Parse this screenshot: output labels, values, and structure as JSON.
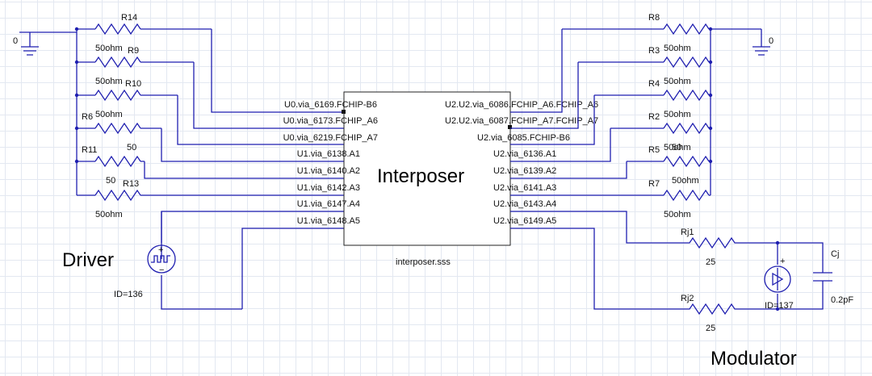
{
  "block": {
    "title": "Interposer",
    "file": "interposer.sss",
    "left_pins": [
      "U0.via_6169.FCHIP-B6",
      "U0.via_6173.FCHIP_A6",
      "U0.via_6219.FCHIP_A7",
      "U1.via_6138.A1",
      "U1.via_6140.A2",
      "U1.via_6142.A3",
      "U1.via_6147.A4",
      "U1.via_6148.A5"
    ],
    "right_pins": [
      "U2.U2.via_6086.FCHIP_A6.FCHIP_A6",
      "U2.U2.via_6087.FCHIP_A7.FCHIP_A7",
      "U2.via_6085.FCHIP-B6",
      "U2.via_6136.A1",
      "U2.via_6139.A2",
      "U2.via_6141.A3",
      "U2.via_6143.A4",
      "U2.via_6149.A5"
    ]
  },
  "left_resistors": [
    {
      "name": "R14",
      "value": "50ohm"
    },
    {
      "name": "R9",
      "value": "50ohm"
    },
    {
      "name": "R10",
      "value": "50ohm"
    },
    {
      "name": "R6",
      "value": "50"
    },
    {
      "name": "R11",
      "value": "50"
    },
    {
      "name": "R13",
      "value": "50ohm"
    }
  ],
  "right_resistors": [
    {
      "name": "R8",
      "value": "50ohm"
    },
    {
      "name": "R3",
      "value": "50ohm"
    },
    {
      "name": "R4",
      "value": "50ohm"
    },
    {
      "name": "R2",
      "value": "50ohm"
    },
    {
      "name": "R5",
      "value": "50"
    },
    {
      "name": "R7",
      "value": "50ohm"
    }
  ],
  "ground_left": "0",
  "ground_right": "0",
  "driver": {
    "label": "Driver",
    "id": "ID=136"
  },
  "modulator": {
    "label": "Modulator",
    "id": "ID=137",
    "rj1": {
      "name": "Rj1",
      "value": "25"
    },
    "rj2": {
      "name": "Rj2",
      "value": "25"
    },
    "cap": {
      "name": "Cj",
      "value": "0.2pF"
    }
  },
  "colors": {
    "wire": "#1f1fb0",
    "grid": "#e3e8f1",
    "text": "#111111"
  }
}
